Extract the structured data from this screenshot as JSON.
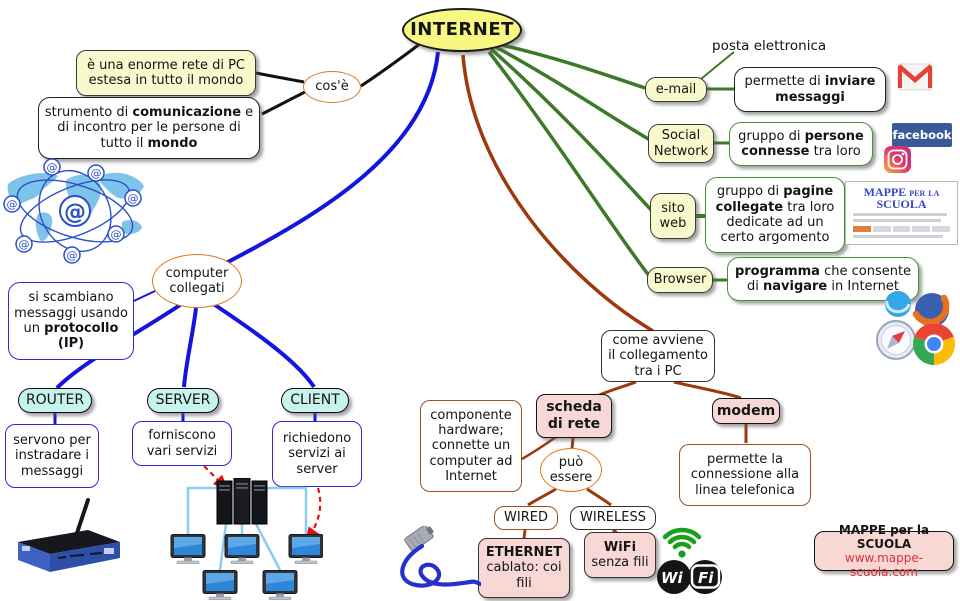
{
  "root": {
    "label": "INTERNET"
  },
  "what": {
    "connector": "cos'è",
    "short_def": "è una enorme rete di PC estesa in tutto il mondo",
    "long_def": {
      "t1": "strumento di ",
      "b1": "comunicazione",
      "t2": " e di incontro per le persone di tutto il ",
      "b2": "mondo"
    }
  },
  "computers": {
    "label": "computer collegati",
    "note": {
      "t1": "si scambiano messaggi usando un ",
      "b1": "protocollo (IP)"
    },
    "children": [
      {
        "label": "ROUTER",
        "desc": "servono per instradare i messaggi"
      },
      {
        "label": "SERVER",
        "desc": "forniscono vari servizi"
      },
      {
        "label": "CLIENT",
        "desc": "richiedono servizi ai server"
      }
    ]
  },
  "services": {
    "email": {
      "label": "e-mail",
      "annotation": "posta elettronica",
      "desc": {
        "t1": "permette di ",
        "b1": "inviare messaggi"
      }
    },
    "social": {
      "label": "Social Network",
      "desc": {
        "t1": "gruppo di ",
        "b1": "persone connesse",
        "t2": " tra loro"
      }
    },
    "website": {
      "label": "sito web",
      "desc": {
        "t1": "gruppo di ",
        "b1": "pagine collegate",
        "t2": " tra loro dedicate ad un certo argomento"
      }
    },
    "browser": {
      "label": "Browser",
      "desc": {
        "b1": "programma",
        "t1": " che consente di ",
        "b2": "navigare",
        "t2": " in Internet"
      }
    }
  },
  "connection": {
    "label": "come avviene il collegamento tra i PC",
    "network_card": {
      "label": "scheda di rete",
      "desc": "componente hardware; connette un computer ad Internet",
      "connector": "può essere",
      "wired": {
        "label": "WIRED",
        "tech": "ETHERNET",
        "tech_desc": "cablato: coi fili"
      },
      "wireless": {
        "label": "WIRELESS",
        "tech": "WiFi",
        "tech_desc": "senza fili"
      }
    },
    "modem": {
      "label": "modem",
      "desc": "permette la connessione alla linea telefonica"
    }
  },
  "branding": {
    "name": "MAPPE per la SCUOLA",
    "url": "www.mappe-scuola.com"
  },
  "icons": {
    "at_symbol": "@",
    "facebook_label": "facebook",
    "website_thumb_title": "MAPPE per la SCUOLA",
    "wifi_logo": {
      "wi": "Wi",
      "fi": "Fi"
    }
  },
  "colors": {
    "yellow_node": "#FAF9CE",
    "internet_fill": "#F7F782",
    "cyan_node": "#C7F2EE",
    "pink_node": "#F8D8D4",
    "blue_border": "#2A2AD0",
    "green_border": "#4C8C3C",
    "brown_border": "#A0521E",
    "orange_border": "#E07820",
    "blue_line": "#1414E0",
    "green_line": "#3C7A2A",
    "brown_line": "#9C3A0E",
    "red_arrow": "#E01010"
  }
}
